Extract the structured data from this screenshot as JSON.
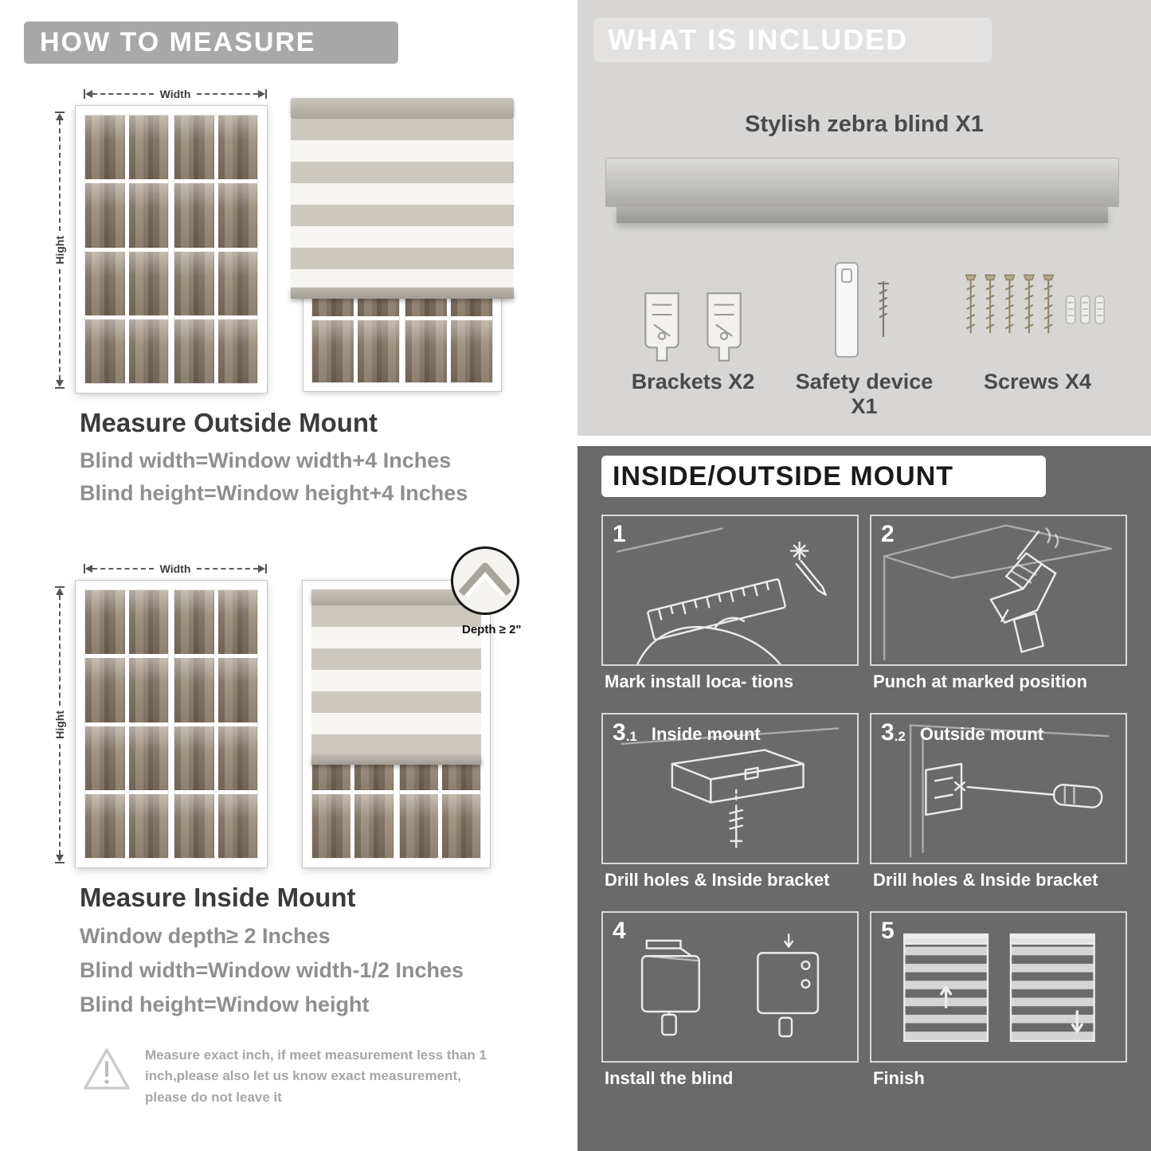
{
  "colors": {
    "banner_gray": "#a8a8a8",
    "light_section_bg": "#d7d6d4",
    "dark_section_bg": "#6a6a6a",
    "heading_text": "#3b3b3b",
    "body_text_gray": "#8f8f8f",
    "caption_white": "#ffffff"
  },
  "left": {
    "header": "HOW TO MEASURE",
    "outside": {
      "width_label": "Width",
      "height_label": "Hight",
      "title": "Measure Outside Mount",
      "line1": "Blind width=Window width+4 Inches",
      "line2": "Blind height=Window height+4 Inches"
    },
    "inside": {
      "width_label": "Width",
      "height_label": "Hight",
      "depth_label": "Depth ≥ 2\"",
      "title": "Measure Inside Mount",
      "line1": "Window depth≥ 2 Inches",
      "line2": "Blind width=Window width-1/2 Inches",
      "line3": "Blind height=Window height"
    },
    "warning_text": "Measure exact inch, if meet measurement less than 1 inch,please also let us know exact measurement, please do not leave it"
  },
  "included": {
    "header": "WHAT IS INCLUDED",
    "blind_label": "Stylish zebra blind X1",
    "items": [
      {
        "label": "Brackets X2",
        "icon": "brackets-icon"
      },
      {
        "label": "Safety device X1",
        "icon": "safety-device-icon"
      },
      {
        "label": "Screws X4",
        "icon": "screws-icon"
      }
    ]
  },
  "mount": {
    "header": "INSIDE/OUTSIDE MOUNT",
    "steps": [
      {
        "num": "1",
        "sub": "",
        "label": "",
        "caption": "Mark install loca- tions"
      },
      {
        "num": "2",
        "sub": "",
        "label": "",
        "caption": "Punch at marked position"
      },
      {
        "num": "3",
        "sub": ".1",
        "label": "Inside mount",
        "caption": "Drill holes & Inside bracket"
      },
      {
        "num": "3",
        "sub": ".2",
        "label": "Outside mount",
        "caption": "Drill holes & Inside bracket"
      },
      {
        "num": "4",
        "sub": "",
        "label": "",
        "caption": "Install the blind"
      },
      {
        "num": "5",
        "sub": "",
        "label": "",
        "caption": "Finish"
      }
    ]
  }
}
